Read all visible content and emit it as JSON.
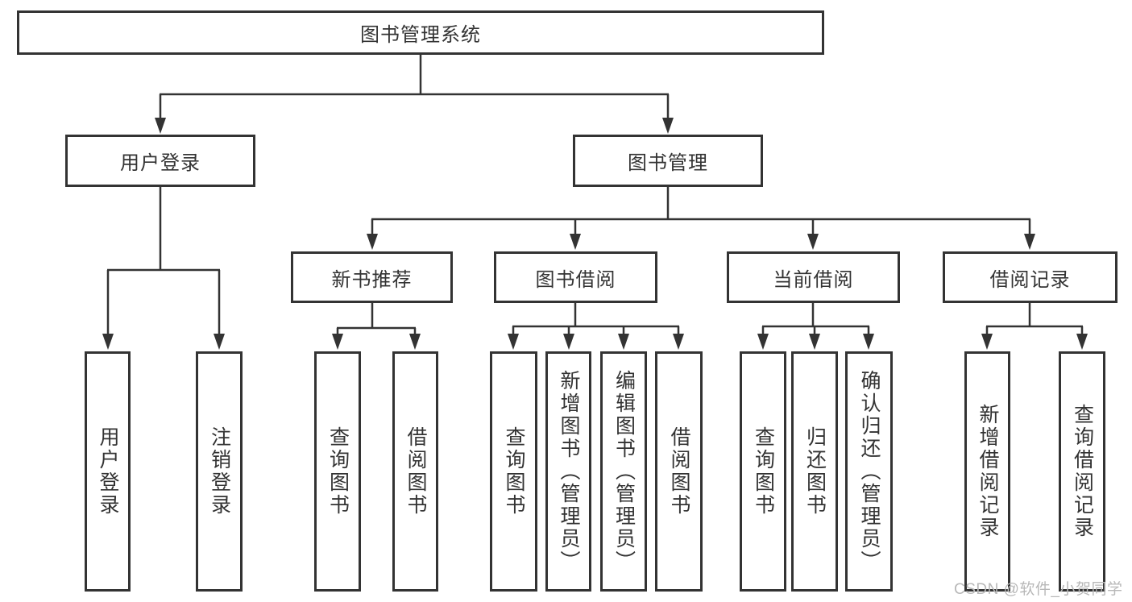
{
  "diagram": {
    "title": "图书管理系统",
    "type": "function-structure-tree",
    "hierarchy": {
      "图书管理系统": {
        "用户登录": [
          "用户登录",
          "注销登录"
        ],
        "图书管理": {
          "新书推荐": [
            "查询图书",
            "借阅图书"
          ],
          "图书借阅": [
            "查询图书",
            "新增图书（管理员）",
            "编辑图书（管理员）",
            "借阅图书"
          ],
          "当前借阅": [
            "查询图书",
            "归还图书",
            "确认归还（管理员）"
          ],
          "借阅记录": [
            "新增借阅记录",
            "查询借阅记录"
          ]
        }
      }
    }
  },
  "nodes": {
    "root": "图书管理系统",
    "user_login": "用户登录",
    "book_management": "图书管理",
    "new_book_recommend": "新书推荐",
    "book_borrow": "图书借阅",
    "current_borrow": "当前借阅",
    "borrow_records": "借阅记录",
    "leaf_user_login": "用户登录",
    "leaf_logout": "注销登录",
    "leaf_query_books_recommend": "查询图书",
    "leaf_borrow_books_recommend": "借阅图书",
    "leaf_query_books_borrow": "查询图书",
    "leaf_add_book_admin": "新增图书（管理员）",
    "leaf_edit_book_admin": "编辑图书（管理员）",
    "leaf_borrow_books_borrow": "借阅图书",
    "leaf_query_books_current": "查询图书",
    "leaf_return_books": "归还图书",
    "leaf_confirm_return_admin": "确认归还（管理员）",
    "leaf_add_borrow_record": "新增借阅记录",
    "leaf_query_borrow_record": "查询借阅记录"
  },
  "watermark": "CSDN @软件_小贺同学",
  "colors": {
    "line": "#333333",
    "box_border": "#333333",
    "text": "#333333",
    "watermark": "#b8b8b8",
    "background": "#ffffff"
  }
}
